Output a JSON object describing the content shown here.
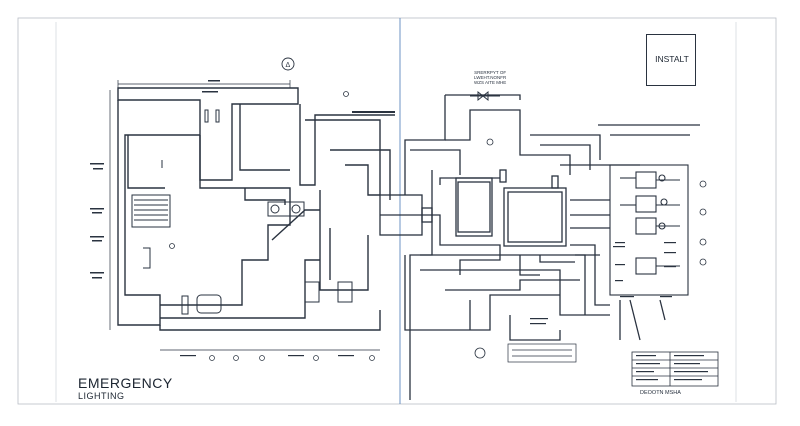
{
  "title": {
    "main": "EMERGENCY",
    "sub": "LIGHTING"
  },
  "stamp": {
    "label": "INSTALT"
  },
  "title_block": {
    "caption": "DEOOTN MSHA"
  },
  "notes": {
    "top_center": "SRERRPYT OF",
    "top_center_2": "LWEHT.NONFR",
    "top_center_3": "WZS AITE MHE"
  },
  "colors": {
    "line": "#2a3340",
    "center_divider": "#4a78b5",
    "paper": "#ffffff"
  }
}
